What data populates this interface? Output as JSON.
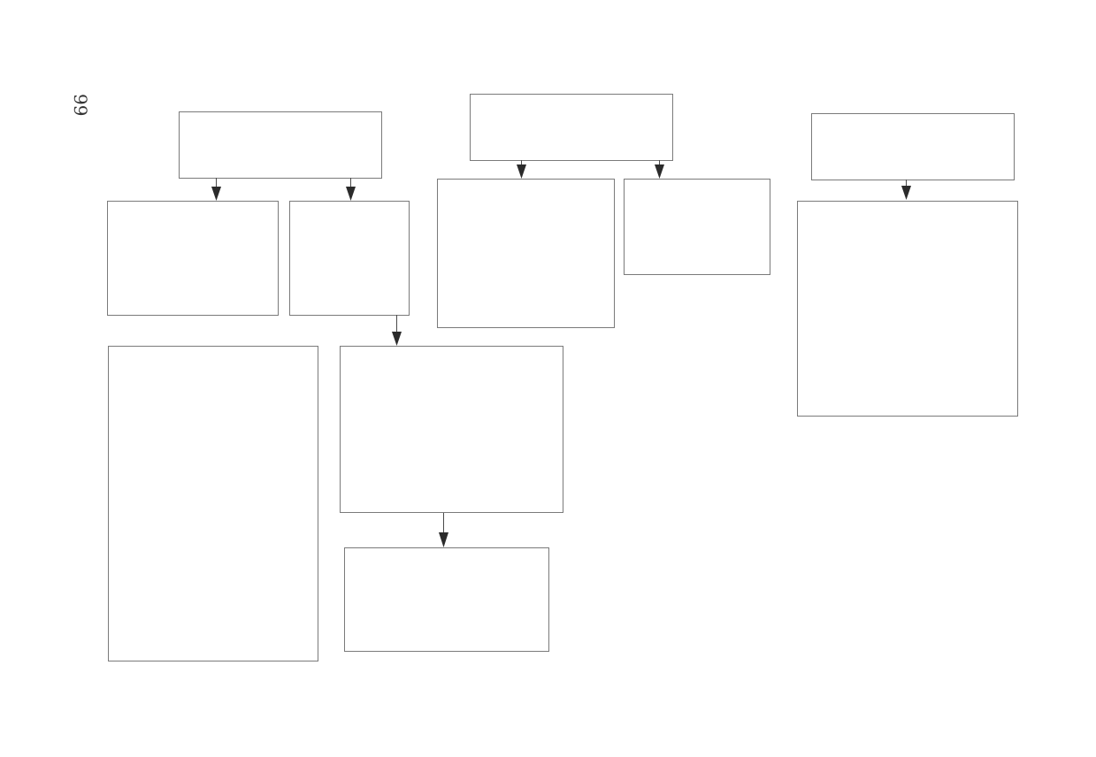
{
  "page": {
    "number": "99"
  },
  "diagram": {
    "colors": {
      "box_border": "#7a7a7a",
      "connector": "#4a4a4a",
      "arrowhead": "#2b2b2b",
      "background": "#ffffff"
    },
    "boxes": [
      {
        "id": "left-top"
      },
      {
        "id": "left-child-a"
      },
      {
        "id": "left-child-b"
      },
      {
        "id": "left-tall"
      },
      {
        "id": "center-mid"
      },
      {
        "id": "center-bottom"
      },
      {
        "id": "middle-top"
      },
      {
        "id": "middle-child-a"
      },
      {
        "id": "middle-child-b"
      },
      {
        "id": "right-top"
      },
      {
        "id": "right-child"
      }
    ],
    "connections": [
      {
        "from": "left-top",
        "to": "left-child-a"
      },
      {
        "from": "left-top",
        "to": "left-child-b"
      },
      {
        "from": "left-child-b",
        "to": "center-mid"
      },
      {
        "from": "center-mid",
        "to": "center-bottom"
      },
      {
        "from": "middle-top",
        "to": "middle-child-a"
      },
      {
        "from": "middle-top",
        "to": "middle-child-b"
      },
      {
        "from": "right-top",
        "to": "right-child"
      }
    ]
  }
}
